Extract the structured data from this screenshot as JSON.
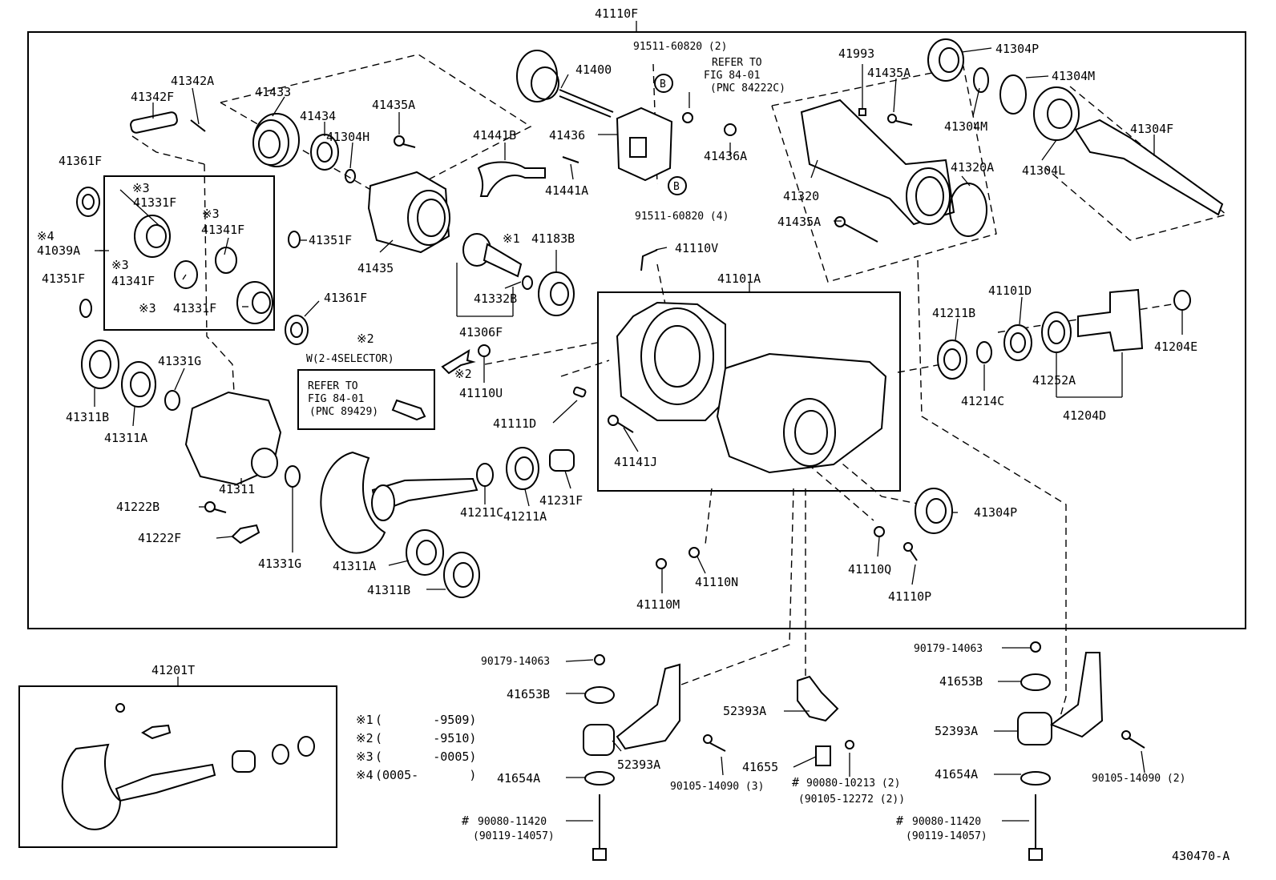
{
  "diagram_id": "430470-A",
  "assemblies": {
    "main": "41110F",
    "ring_pinion_kit": "41201T",
    "housing_group": "41101A",
    "diff_case_group": "41039A",
    "pinion_group": "41306F",
    "bearing_group_right": "41204D",
    "bearing_group_center": "41252A"
  },
  "markers": {
    "note1": "※1",
    "note2": "※2",
    "note3": "※3",
    "note4": "※4",
    "hash": "#",
    "circle_b": "B"
  },
  "refer_notes": {
    "upper_line1": "REFER TO",
    "upper_line2": "FIG 84-01",
    "upper_line3": "(PNC 84222C)",
    "lower_line1": "REFER TO",
    "lower_line2": "FIG 84-01",
    "lower_line3": "(PNC 89429)",
    "selector": "W(2-4SELECTOR)"
  },
  "legend": [
    {
      "mark": "※1",
      "range": "(       -9509)"
    },
    {
      "mark": "※2",
      "range": "(       -9510)"
    },
    {
      "mark": "※3",
      "range": "(       -0005)"
    },
    {
      "mark": "※4",
      "range": "(0005-       )"
    }
  ],
  "parts": {
    "p41342A": "41342A",
    "p41342F": "41342F",
    "p41433": "41433",
    "p41434": "41434",
    "p41304H": "41304H",
    "p41435A_a": "41435A",
    "p41361F_a": "41361F",
    "p41331F_a": "41331F",
    "p41341F_a": "41341F",
    "p41039A": "41039A",
    "p41341F_b": "41341F",
    "p41331F_b": "41331F",
    "p41351F_a": "41351F",
    "p41351F_b": "41351F",
    "p41435": "41435",
    "p41361F_b": "41361F",
    "p41400": "41400",
    "p91511_2": "91511-60820 (2)",
    "p41436": "41436",
    "p41436A": "41436A",
    "p41441B": "41441B",
    "p41441A": "41441A",
    "p91511_4": "91511-60820 (4)",
    "p41993": "41993",
    "p41435A_b": "41435A",
    "p41320": "41320",
    "p41320A": "41320A",
    "p41435A_c": "41435A",
    "p41304P_a": "41304P",
    "p41304M_a": "41304M",
    "p41304M_b": "41304M",
    "p41304L": "41304L",
    "p41304F": "41304F",
    "p41183B": "41183B",
    "p41332B": "41332B",
    "p41110V": "41110V",
    "p41110U": "41110U",
    "p41111D": "41111D",
    "p41141J": "41141J",
    "p41211B": "41211B",
    "p41101D": "41101D",
    "p41214C": "41214C",
    "p41204E": "41204E",
    "p41311B_a": "41311B",
    "p41311A_a": "41311A",
    "p41331G_a": "41331G",
    "p41311": "41311",
    "p41222B": "41222B",
    "p41222F": "41222F",
    "p41331G_b": "41331G",
    "p41311A_b": "41311A",
    "p41311B_b": "41311B",
    "p41211C": "41211C",
    "p41211A": "41211A",
    "p41231F": "41231F",
    "p41304P_b": "41304P",
    "p41110M": "41110M",
    "p41110N": "41110N",
    "p41110Q": "41110Q",
    "p41110P": "41110P",
    "p90179_a": "90179-14063",
    "p41653B_a": "41653B",
    "p52393A_a": "52393A",
    "p41654A_a": "41654A",
    "p90080_11420_a": "90080-11420",
    "p90119_a": "(90119-14057)",
    "p90105_3": "90105-14090 (3)",
    "p52393A_b": "52393A",
    "p41655": "41655",
    "p90080_10213": "90080-10213 (2)",
    "p90105_12272": "(90105-12272 (2))",
    "p90179_b": "90179-14063",
    "p41653B_b": "41653B",
    "p52393A_c": "52393A",
    "p41654A_b": "41654A",
    "p90105_2": "90105-14090 (2)",
    "p90080_11420_b": "90080-11420",
    "p90119_b": "(90119-14057)"
  }
}
